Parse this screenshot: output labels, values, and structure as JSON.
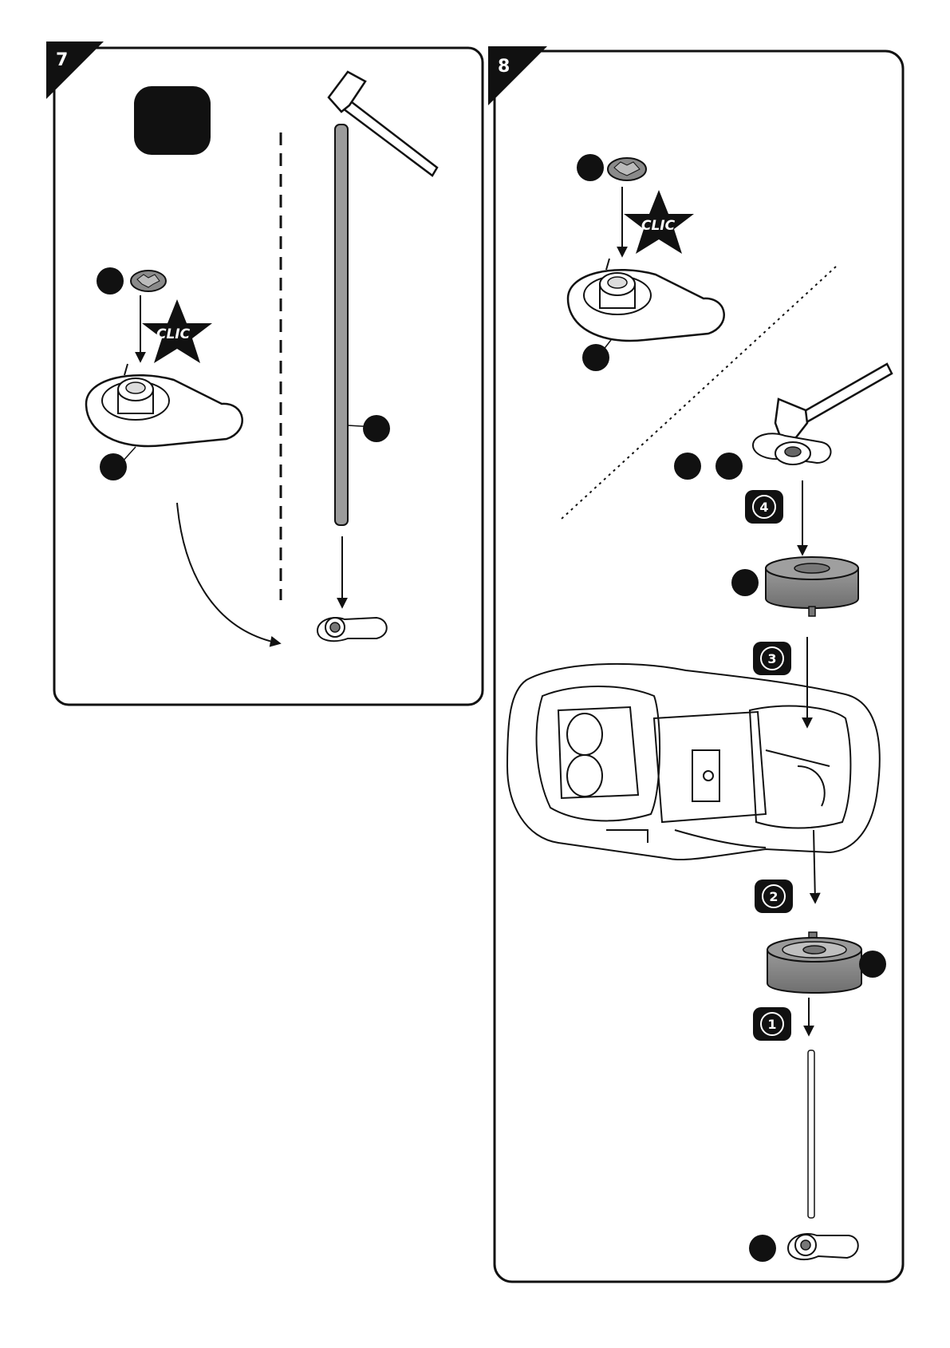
{
  "panels": [
    {
      "step_number": "7"
    },
    {
      "step_number": "8"
    }
  ],
  "stickers": {
    "clic_panel7": "CLIC",
    "clic_panel8": "CLIC"
  },
  "sequence_badges": [
    "1",
    "2",
    "3",
    "4"
  ],
  "colors": {
    "ink": "#111111",
    "part_gray": "#8a8a8a",
    "background": "#ffffff"
  },
  "icons": [
    "hammer-icon",
    "star-clic-icon",
    "push-nut-icon",
    "wheel-icon",
    "axle-icon",
    "hub-cap-icon",
    "vehicle-body-icon"
  ]
}
